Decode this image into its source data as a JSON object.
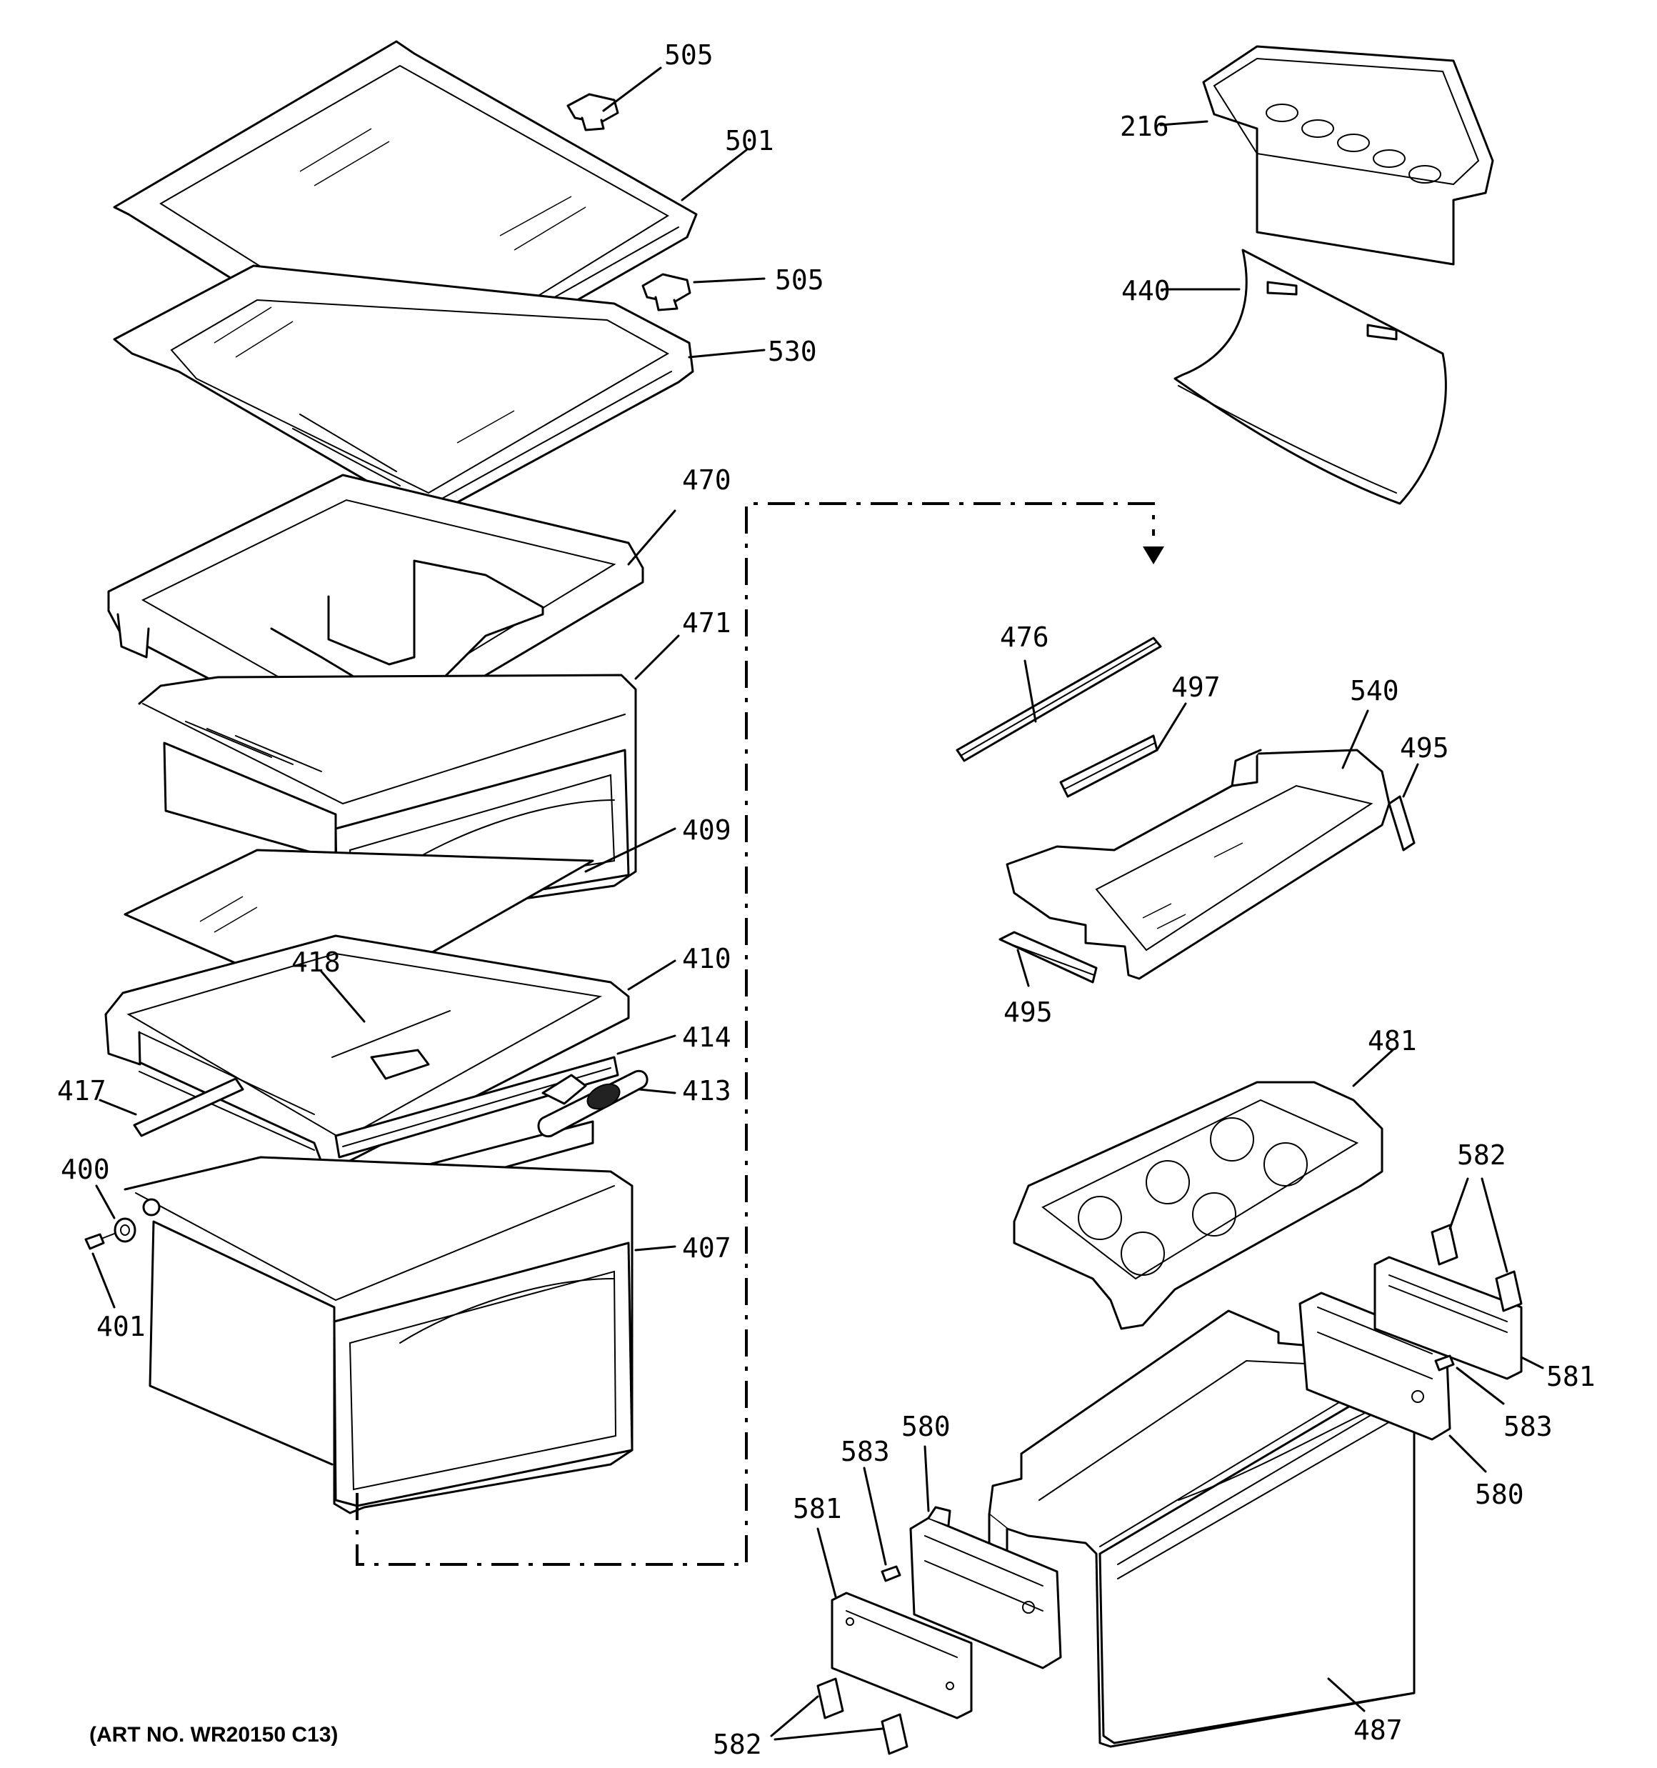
{
  "labels": {
    "l505a": "505",
    "l501": "501",
    "l505b": "505",
    "l530": "530",
    "l216": "216",
    "l440": "440",
    "l470": "470",
    "l471": "471",
    "l409": "409",
    "l418": "418",
    "l410": "410",
    "l414": "414",
    "l417": "417",
    "l413": "413",
    "l400": "400",
    "l401": "401",
    "l407": "407",
    "l476": "476",
    "l497": "497",
    "l540": "540",
    "l495a": "495",
    "l495b": "495",
    "l481": "481",
    "l582a": "582",
    "l581a": "581",
    "l583a": "583",
    "l580a": "580",
    "l580b": "580",
    "l583b": "583",
    "l581b": "581",
    "l582b": "582",
    "l487": "487"
  },
  "art_number": "(ART NO. WR20150 C13)"
}
